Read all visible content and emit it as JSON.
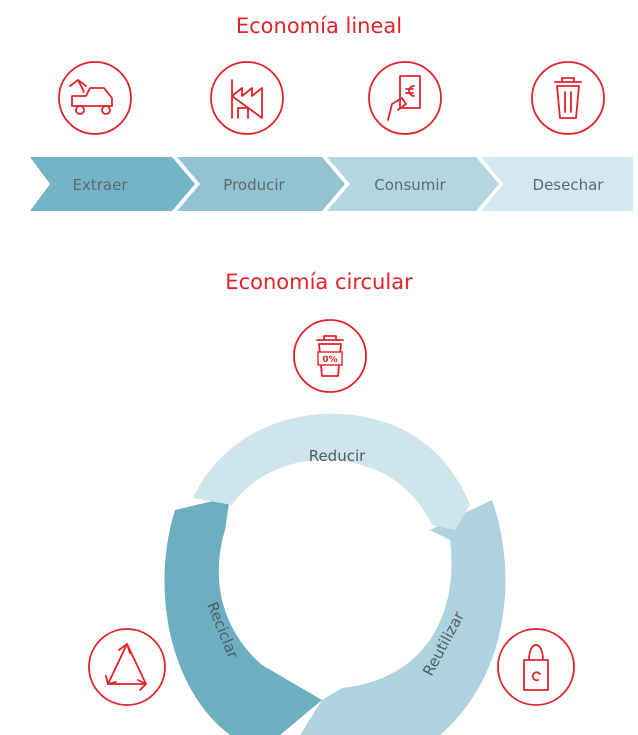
{
  "linear": {
    "title": "Economía lineal",
    "steps": [
      {
        "label": "Extraer",
        "icon": "mining-truck-icon",
        "color": "#75b4c7"
      },
      {
        "label": "Producir",
        "icon": "factory-icon",
        "color": "#93c3d3"
      },
      {
        "label": "Consumir",
        "icon": "hand-receipt-euro-icon",
        "color": "#b3d6e1"
      },
      {
        "label": "Desechar",
        "icon": "trash-bin-icon",
        "color": "#d3e8ef"
      }
    ]
  },
  "circular": {
    "title": "Economía circular",
    "stages": [
      {
        "label": "Reducir",
        "icon": "trash-zero-percent-icon",
        "color": "#cfe5ec"
      },
      {
        "label": "Reutilizar",
        "icon": "reusable-bag-icon",
        "color": "#aed3df"
      },
      {
        "label": "Reciclar",
        "icon": "recycle-triangle-icon",
        "color": "#6eaec1"
      }
    ],
    "badge_text": "0%"
  },
  "colors": {
    "accent": "#e3232a"
  }
}
